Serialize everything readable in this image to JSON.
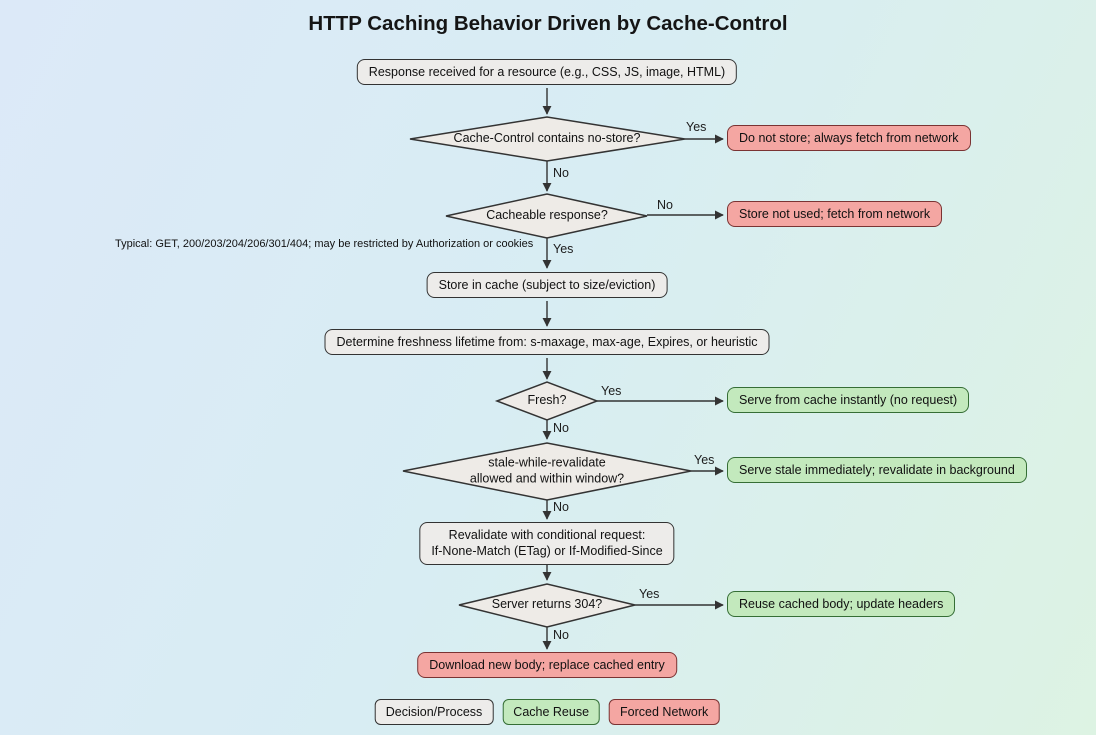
{
  "title": "HTTP Caching Behavior Driven by Cache-Control",
  "nodes": {
    "start": "Response received for a resource (e.g., CSS, JS, image, HTML)",
    "q_no_store": "Cache-Control contains no-store?",
    "out_no_store": "Do not store; always fetch from network",
    "q_cacheable": "Cacheable response?",
    "out_store_not_used": "Store not used; fetch from network",
    "note_cacheable": "Typical: GET, 200/203/204/206/301/404; may be restricted by Authorization or cookies",
    "store_in_cache": "Store in cache (subject to size/eviction)",
    "determine_freshness": "Determine freshness lifetime from: s-maxage, max-age, Expires, or heuristic",
    "q_fresh": "Fresh?",
    "out_serve_cache": "Serve from cache instantly (no request)",
    "q_swr": "stale-while-revalidate\nallowed and within window?",
    "out_serve_stale": "Serve stale immediately; revalidate in background",
    "revalidate": "Revalidate with conditional request:\nIf-None-Match (ETag) or If-Modified-Since",
    "q_304": "Server returns 304?",
    "out_reuse": "Reuse cached body; update headers",
    "out_download": "Download new body; replace cached entry"
  },
  "edge_labels": {
    "no_store_yes": "Yes",
    "no_store_no": "No",
    "cacheable_no": "No",
    "cacheable_yes": "Yes",
    "fresh_yes": "Yes",
    "fresh_no": "No",
    "swr_yes": "Yes",
    "swr_no": "No",
    "s304_yes": "Yes",
    "s304_no": "No"
  },
  "legend": {
    "decision": "Decision/Process",
    "cache_reuse": "Cache Reuse",
    "forced_network": "Forced Network"
  },
  "colors": {
    "background_top_left": "#dce9f8",
    "background_bottom_right": "#ddf3e3",
    "process_fill": "#edecea",
    "process_border": "#333333",
    "cache_reuse_fill": "#c3e9bd",
    "cache_reuse_border": "#356e35",
    "forced_network_fill": "#f4a6a2",
    "forced_network_border": "#7a3333",
    "arrow_color": "#333333"
  }
}
